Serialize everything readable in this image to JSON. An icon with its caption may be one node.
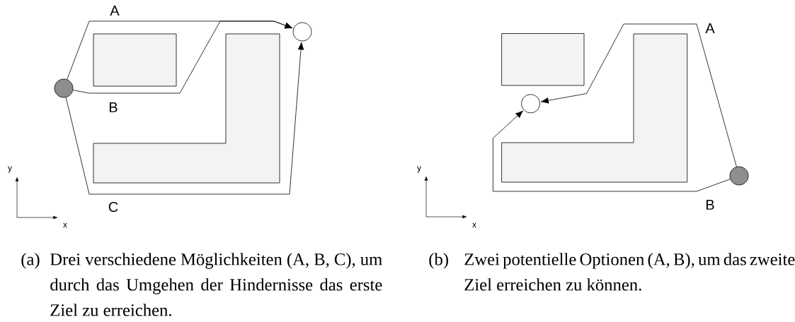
{
  "diagram": {
    "nodes": [
      {
        "text": [],
        "shape": "circle"
      },
      {
        "text": [],
        "shape": "circle"
      },
      {
        "text": [],
        "shape": "circle"
      },
      {
        "text": [],
        "shape": "circle"
      },
      {
        "text": [],
        "shape": "box"
      },
      {
        "text": [],
        "shape": "polygon"
      },
      {
        "text": [],
        "shape": "box"
      },
      {
        "text": [],
        "shape": "polygon"
      }
    ],
    "edges": [
      {
        "from": 0,
        "to": 1,
        "arrow": "to",
        "label": "A"
      },
      {
        "from": 0,
        "to": 1,
        "arrow": "to",
        "label": "B"
      },
      {
        "from": 0,
        "to": 1,
        "arrow": "to",
        "label": "C"
      },
      {
        "from": 3,
        "to": 2,
        "arrow": "to",
        "label": "A"
      },
      {
        "from": 3,
        "to": 2,
        "arrow": "to",
        "label": "B"
      }
    ],
    "labels": [
      "y",
      "x",
      "(a)",
      "Drei verschiedene Möglichkeiten (A, B, C), um durch das Umgehen der Hindernisse das erste Ziel zu erreichen.",
      "y",
      "x",
      "(b)",
      "Zwei potentielle Optionen (A, B), um das zweite Ziel erreichen zu können."
    ]
  }
}
